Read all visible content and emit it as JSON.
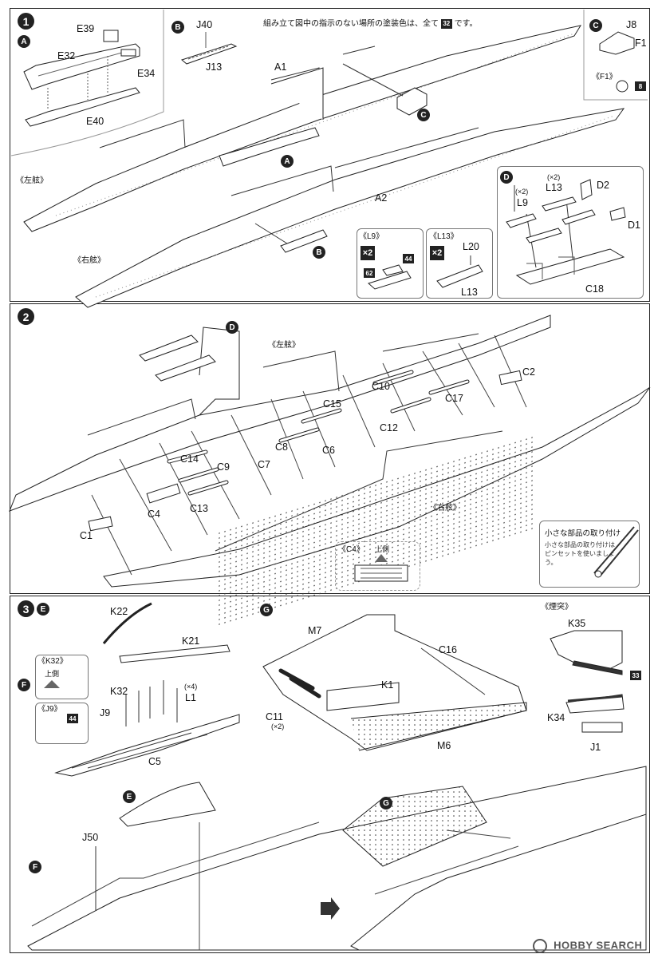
{
  "note": {
    "text_a": "組み立て図中の指示のない場所の塗装色は、全て",
    "paint": "32",
    "text_b": "です。"
  },
  "step1": {
    "number": "1",
    "subA": {
      "marker": "A",
      "labels": [
        "E39",
        "E32",
        "E34",
        "E40"
      ]
    },
    "subB": {
      "marker": "B",
      "labels": [
        "J40",
        "J13"
      ]
    },
    "subC": {
      "marker": "C",
      "labels": [
        "J8",
        "F1"
      ]
    },
    "subF1": {
      "title": "《F1》",
      "paint": "8"
    },
    "hull_labels": [
      "A1",
      "A2"
    ],
    "side_left": "《左舷》",
    "side_right": "《右舷》",
    "callouts": [
      "A",
      "B",
      "C"
    ],
    "l9": {
      "title": "《L9》",
      "qty": "×2",
      "paint_a": "44",
      "paint_b": "62"
    },
    "l13": {
      "title": "《L13》",
      "qty": "×2",
      "labels": [
        "L20",
        "L13"
      ]
    },
    "subD": {
      "marker": "D",
      "labels": [
        "(×2)",
        "L13",
        "D2",
        "(×2)",
        "L9",
        "D1",
        "C18"
      ]
    }
  },
  "step2": {
    "number": "2",
    "marker": "D",
    "side_left": "《左舷》",
    "side_right": "《右舷》",
    "labels": [
      "C2",
      "C10",
      "C15",
      "C17",
      "C12",
      "C8",
      "C6",
      "C14",
      "C9",
      "C7",
      "C4",
      "C13",
      "C1"
    ],
    "c4_inset": {
      "title": "《C4》",
      "direction": "上側"
    },
    "tip": {
      "title": "小さな部品の取り付け",
      "body": "小さな部品の取り付けはピンセットを使いましょう。"
    }
  },
  "step3": {
    "number": "3",
    "markers": [
      "E",
      "F",
      "G"
    ],
    "labels_e": [
      "K22",
      "K21"
    ],
    "k32_inset": {
      "title": "《K32》",
      "direction": "上側"
    },
    "j9_inset": {
      "title": "《J9》",
      "paint": "44"
    },
    "labels_f": [
      "K32",
      "(×4)",
      "L1",
      "J9",
      "C5"
    ],
    "labels_g": [
      "M7",
      "C16",
      "K1",
      "C11",
      "(×2)",
      "M6"
    ],
    "funnel": {
      "title": "《煙突》",
      "labels": [
        "K35",
        "K34",
        "J1"
      ],
      "paint": "33"
    },
    "bottom": {
      "label_j50": "J50",
      "markers": [
        "E",
        "F",
        "G"
      ]
    }
  },
  "watermark": {
    "text": "HOBBY SEARCH"
  }
}
